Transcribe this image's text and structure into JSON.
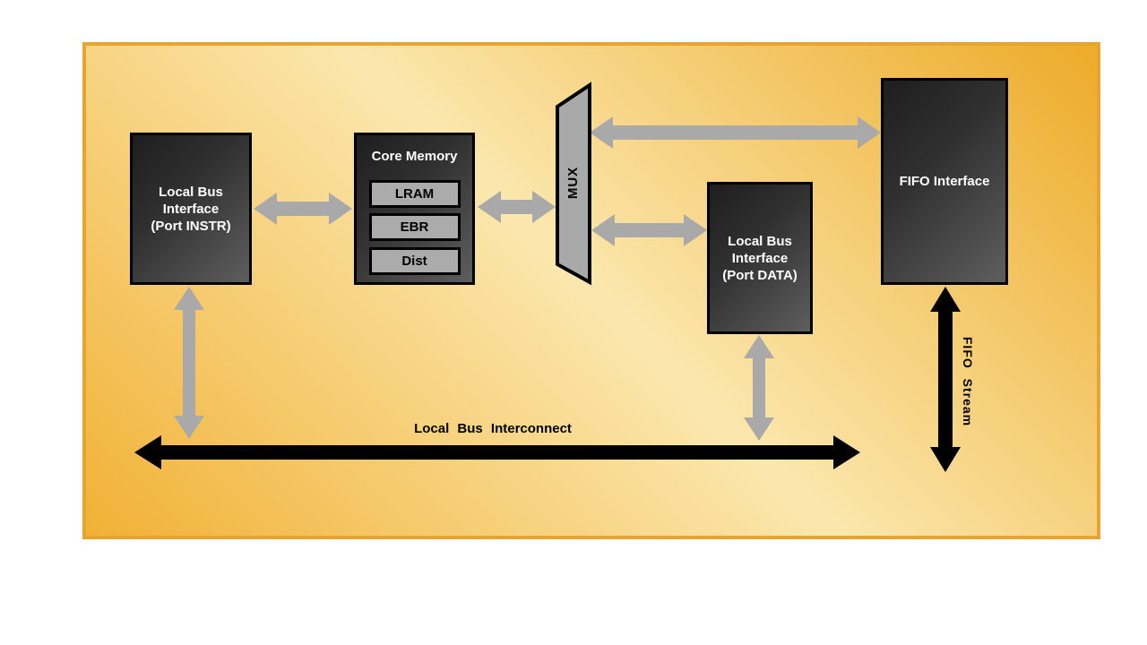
{
  "blocks": {
    "port_instr": {
      "label": "Local Bus\nInterface\n(Port INSTR)"
    },
    "core_memory": {
      "title": "Core Memory",
      "sub_blocks": [
        "LRAM",
        "EBR",
        "Dist"
      ]
    },
    "mux": {
      "label": "MUX"
    },
    "port_data": {
      "label": "Local Bus\nInterface\n(Port DATA)"
    },
    "fifo_interface": {
      "label": "FIFO Interface"
    }
  },
  "annotations": {
    "local_bus_interconnect": "Local Bus Interconnect",
    "fifo_stream": "FIFO Stream"
  },
  "colors": {
    "panel_border": "#e7a52f",
    "panel_gradient_start": "#f1b135",
    "panel_gradient_mid": "#fbe7ae",
    "panel_gradient_end": "#edab29",
    "block_fill_dark": "#1e1e1e",
    "block_fill_light": "#5e5e5e",
    "block_border": "#000000",
    "block_text": "#ffffff",
    "sub_block_fill": "#ababab",
    "sub_block_text": "#000000",
    "mux_fill": "#a9a9a9",
    "arrow_gray": "#a9a9a9",
    "arrow_black": "#000000"
  }
}
